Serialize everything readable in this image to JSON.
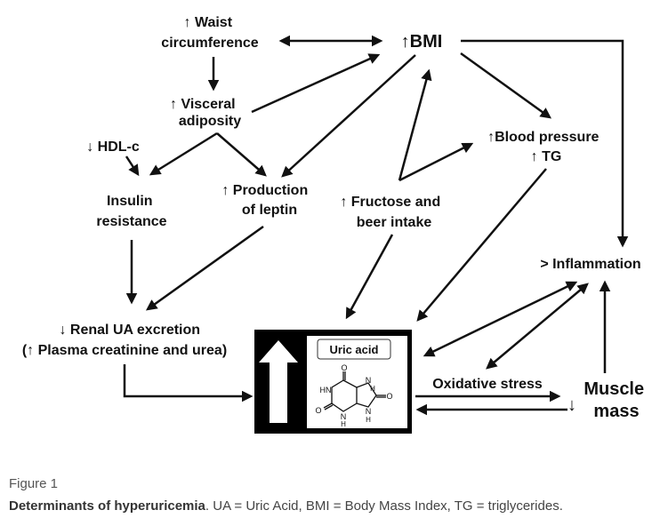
{
  "nodes": {
    "waist": [
      "↑ Waist",
      "circumference"
    ],
    "bmi": "↑BMI",
    "visceral": [
      "↑ Visceral",
      "adiposity"
    ],
    "hdl": "↓ HDL-c",
    "insulin": [
      "Insulin",
      "resistance"
    ],
    "leptin": [
      "↑ Production",
      "of leptin"
    ],
    "fructose": [
      "↑ Fructose and",
      "beer intake"
    ],
    "bp_tg": [
      "↑Blood pressure",
      "↑ TG"
    ],
    "inflammation": "> Inflammation",
    "renal": [
      "↓ Renal UA excretion",
      "(↑ Plasma creatinine and urea)"
    ],
    "uric_acid": "Uric acid",
    "oxidative": "Oxidative stress",
    "muscle": [
      "↓",
      "Muscle",
      "mass"
    ]
  },
  "molecule_atoms": [
    "O",
    "HN",
    "N",
    "H",
    "N",
    "H",
    "O",
    "N",
    "H",
    "O"
  ],
  "caption": {
    "figure_label": "Figure 1",
    "title": "Determinants of hyperuricemia",
    "text": ". UA = Uric Acid, BMI = Body Mass Index, TG = triglycerides."
  }
}
